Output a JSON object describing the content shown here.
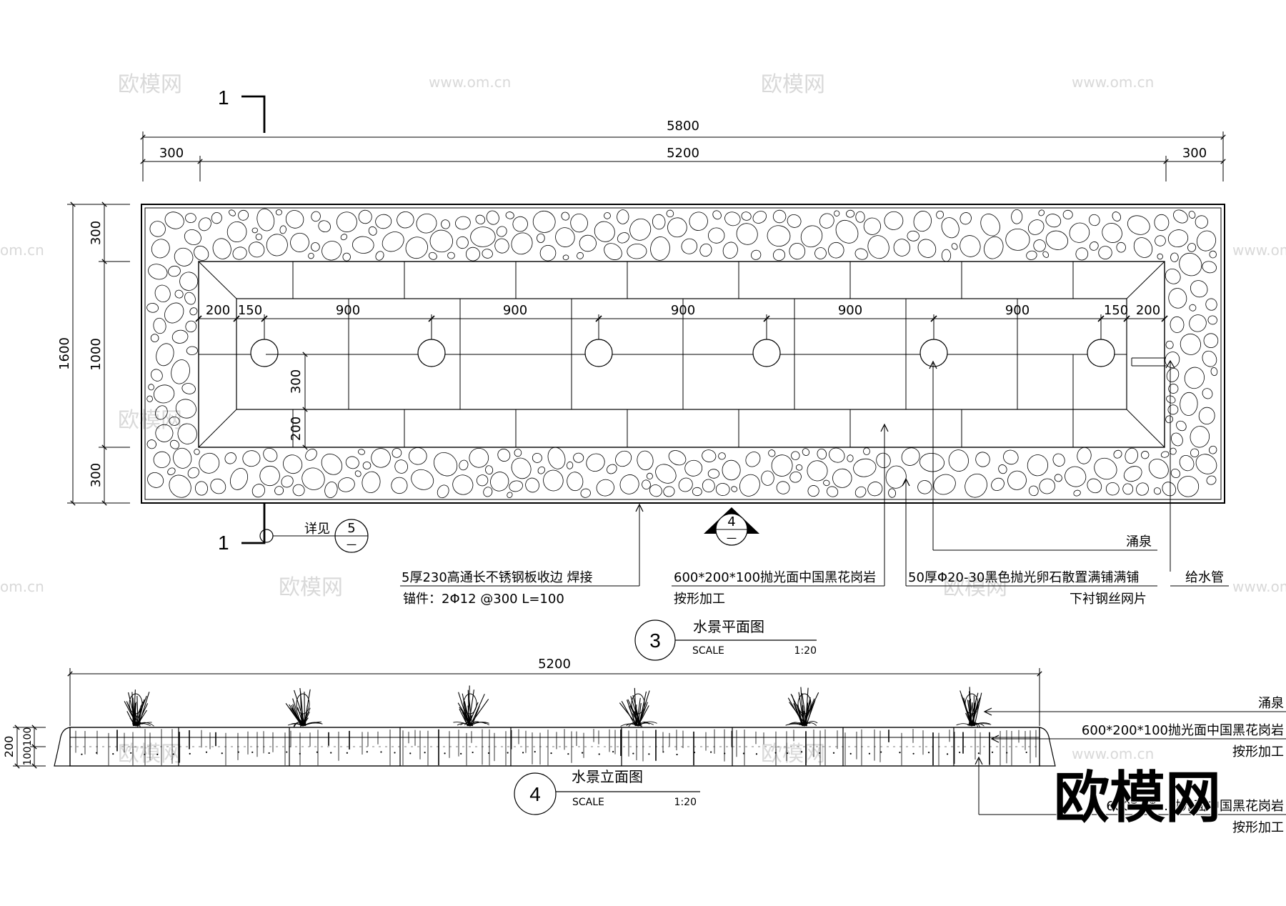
{
  "watermark": {
    "brand": "欧模网",
    "site": "www.om.cn",
    "partial_site": "om.cn",
    "logo_text": "欧模网"
  },
  "section_marker": {
    "number_top": "1",
    "number_bottom": "1"
  },
  "plan": {
    "dims": {
      "overall": "5800",
      "left_margin": "300",
      "center": "5200",
      "right_margin": "300",
      "height_total": "1600",
      "band_top": "300",
      "inner": "1000",
      "band_bottom": "300",
      "edge_left": "200",
      "gap_left": "150",
      "spacings": [
        "900",
        "900",
        "900",
        "900",
        "900"
      ],
      "gap_right": "150",
      "edge_right": "200",
      "v_300": "300",
      "v_200": "200"
    },
    "detail_ref": {
      "label": "详见",
      "number": "5",
      "dash": "一"
    },
    "elev_ref": {
      "number": "4",
      "dash": "一"
    },
    "annotations": {
      "steel_edge_line1": "5厚230高通长不锈钢板收边 焊接",
      "steel_edge_line2": "锚件：2Φ12 @300 L=100",
      "granite_line1": "600*200*100抛光面中国黑花岗岩",
      "granite_line2": "按形加工",
      "pebble_line1": "50厚Φ20-30黑色抛光卵石散置满铺满铺",
      "pebble_line2": "下衬钢丝网片",
      "fountain": "涌泉",
      "pipe": "给水管"
    },
    "title": {
      "number": "3",
      "name": "水景平面图",
      "scale_label": "SCALE",
      "scale_value": "1:20"
    }
  },
  "elevation": {
    "dims": {
      "overall": "5200",
      "h_total": "200",
      "h_top": "100",
      "h_bottom": "100"
    },
    "annotations": {
      "fountain": "涌泉",
      "granite_top_line1": "600*200*100抛光面中国黑花岗岩",
      "granite_top_line2": "按形加工",
      "granite_bottom_line1": "600*...*...抛光面中国黑花岗岩",
      "granite_bottom_line2": "按形加工"
    },
    "title": {
      "number": "4",
      "name": "水景立面图",
      "scale_label": "SCALE",
      "scale_value": "1:20"
    }
  },
  "colors": {
    "ink": "#000000",
    "watermark": "#d9d9d9"
  }
}
